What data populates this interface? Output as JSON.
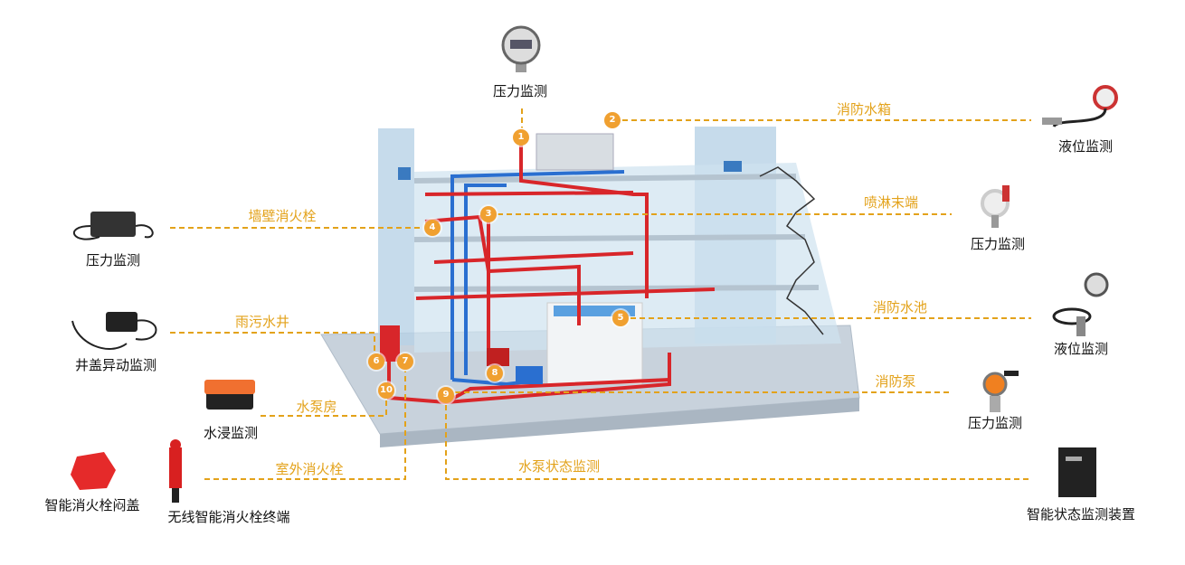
{
  "colors": {
    "accent": "#e3a21a",
    "badge": "#f0a030",
    "pipe_red": "#d8262a",
    "pipe_blue": "#2a6fd0",
    "building": "#a9c6dc"
  },
  "zones": [
    {
      "id": "1",
      "label": ""
    },
    {
      "id": "2",
      "label": "消防水箱"
    },
    {
      "id": "3",
      "label": "喷淋末端"
    },
    {
      "id": "4",
      "label": "墙壁消火栓"
    },
    {
      "id": "5",
      "label": "消防水池"
    },
    {
      "id": "6",
      "label": "雨污水井"
    },
    {
      "id": "7",
      "label": "室外消火栓"
    },
    {
      "id": "8",
      "label": ""
    },
    {
      "id": "9",
      "label": "消防泵"
    },
    {
      "id": "10",
      "label": "水泵房"
    }
  ],
  "pump_status_label": "水泵状态监测",
  "devices": {
    "top_pressure": "压力监测",
    "tank_level": "液位监测",
    "sprinkler_pressure": "压力监测",
    "wall_hydrant_pressure": "压力监测",
    "pool_level": "液位监测",
    "manhole": "井盖异动监测",
    "pump_pressure": "压力监测",
    "flood": "水浸监测",
    "status_device": "智能状态监测装置",
    "hydrant_cap": "智能消火栓闷盖",
    "hydrant_terminal": "无线智能消火栓终端"
  }
}
